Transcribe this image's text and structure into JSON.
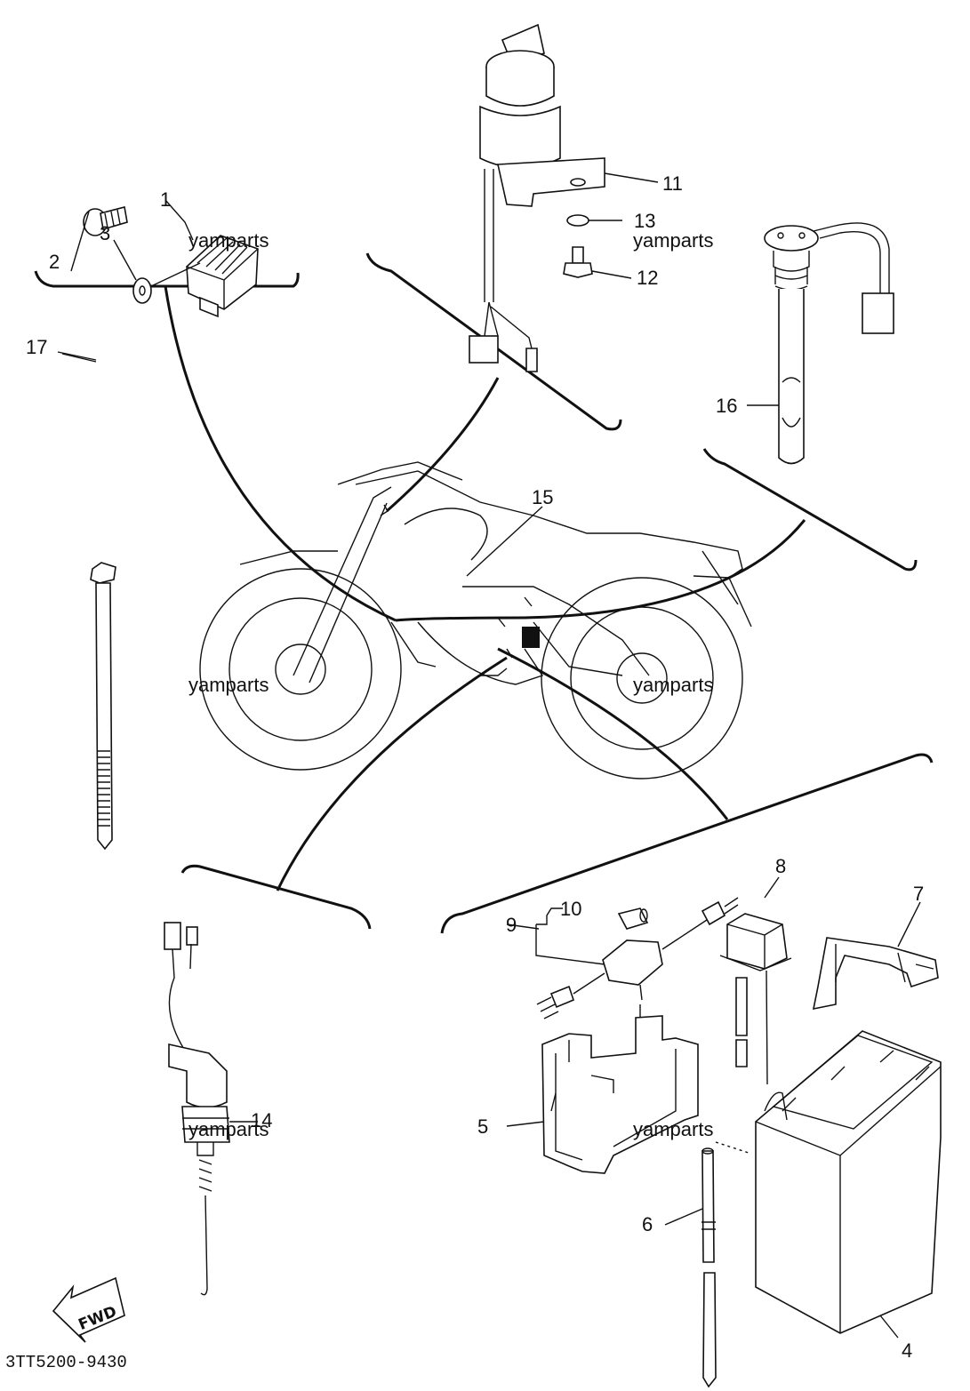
{
  "diagram": {
    "part_numbers": [
      "1",
      "2",
      "3",
      "4",
      "5",
      "6",
      "7",
      "8",
      "9",
      "10",
      "11",
      "12",
      "13",
      "14",
      "15",
      "16",
      "17"
    ],
    "watermark": "yamparts",
    "fwd_label": "FWD",
    "drawing_code": "3TT5200-9430"
  }
}
